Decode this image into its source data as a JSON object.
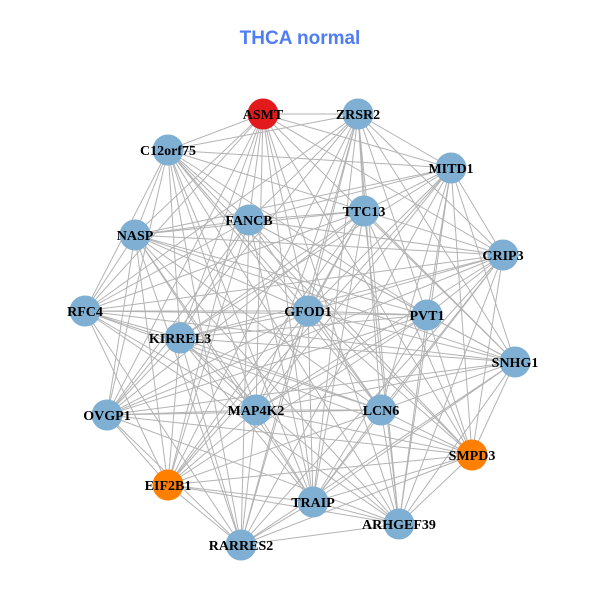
{
  "title": "THCA normal",
  "colors": {
    "title": "#4f7df3",
    "default": "#7fb0d3",
    "edge": "#b3b3b3"
  },
  "nodes": [
    {
      "id": "ASMT",
      "color": "#e31a1c"
    },
    {
      "id": "ZRSR2"
    },
    {
      "id": "C12orf75"
    },
    {
      "id": "MITD1"
    },
    {
      "id": "FANCB"
    },
    {
      "id": "TTC13"
    },
    {
      "id": "NASP"
    },
    {
      "id": "CRIP3"
    },
    {
      "id": "RFC4"
    },
    {
      "id": "GFOD1"
    },
    {
      "id": "PVT1"
    },
    {
      "id": "KIRREL3"
    },
    {
      "id": "SNHG1"
    },
    {
      "id": "OVGP1"
    },
    {
      "id": "MAP4K2"
    },
    {
      "id": "LCN6"
    },
    {
      "id": "SMPD3",
      "color": "#ff7f00"
    },
    {
      "id": "EIF2B1",
      "color": "#ff7f00"
    },
    {
      "id": "TRAIP"
    },
    {
      "id": "ARHGEF39"
    },
    {
      "id": "RARRES2"
    }
  ]
}
